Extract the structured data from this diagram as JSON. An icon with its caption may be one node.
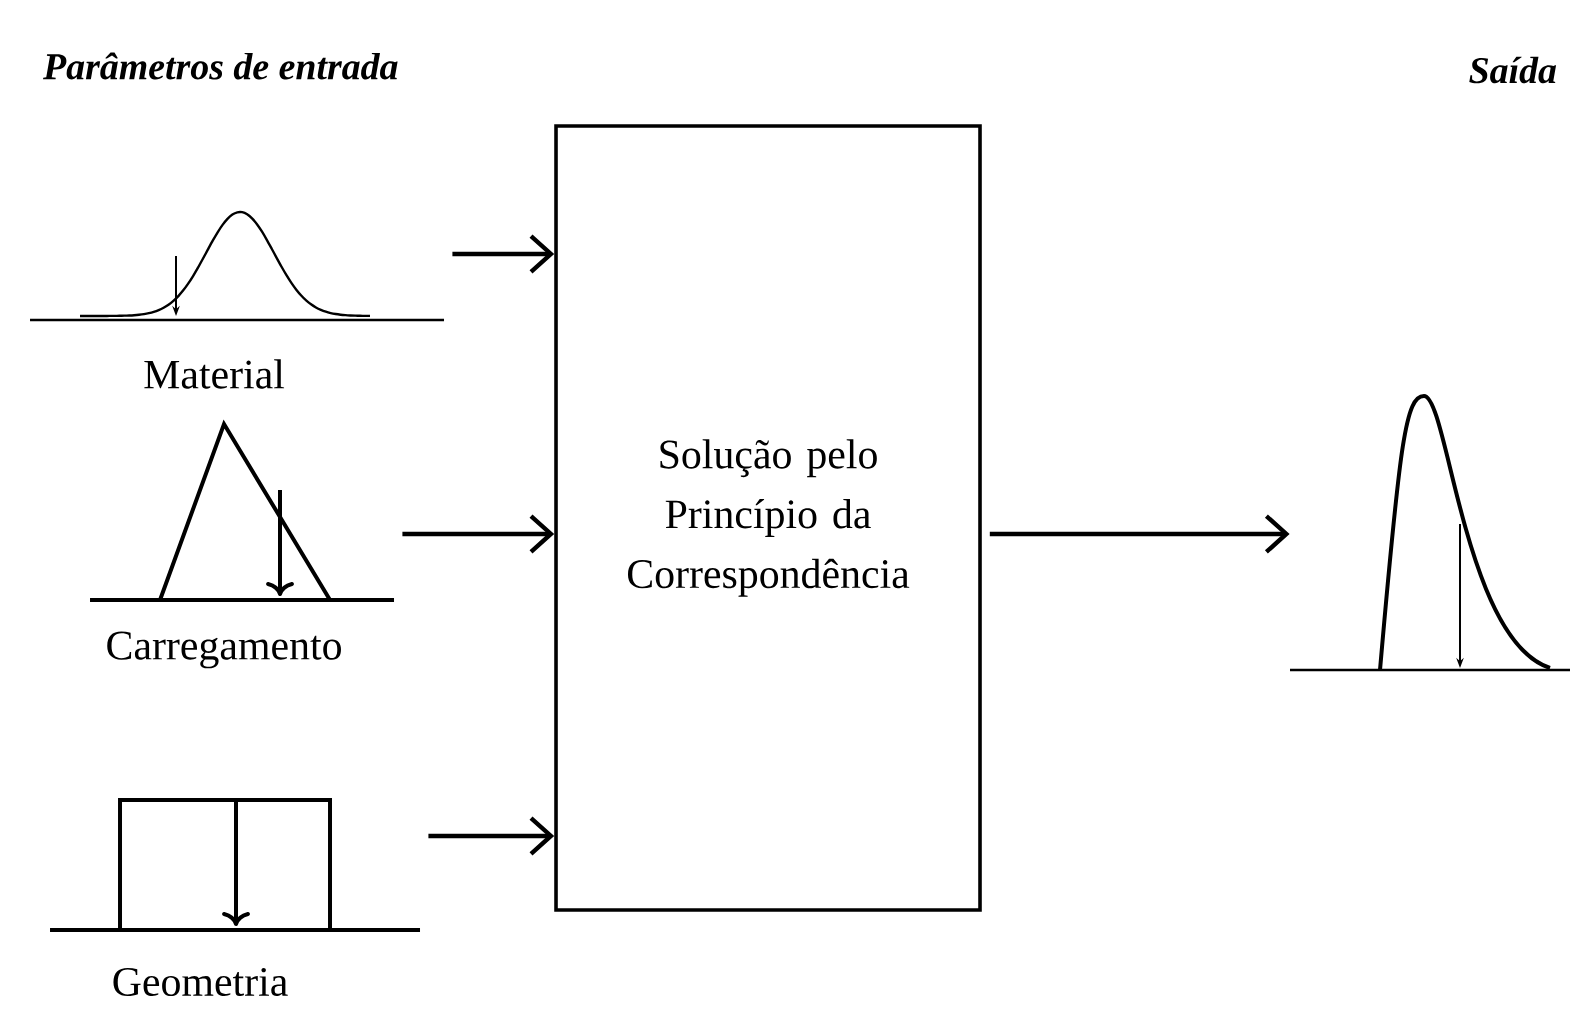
{
  "diagram": {
    "title": "Parâmetros de entrada",
    "nodes": [
      {
        "text": [
          "Material"
        ]
      },
      {
        "text": [
          "Carregamento"
        ]
      },
      {
        "text": [
          "Geometria"
        ]
      },
      {
        "text": [
          "Solução pelo Princípio da Correspondência"
        ]
      },
      {
        "text": [],
        "shape": "picture"
      }
    ],
    "edges": [
      {
        "from": 0,
        "to": 3,
        "arrow": "to"
      },
      {
        "from": 1,
        "to": 3,
        "arrow": "to"
      },
      {
        "from": 2,
        "to": 3,
        "arrow": "to"
      },
      {
        "from": 3,
        "to": 4,
        "arrow": "to"
      }
    ],
    "labels": [
      "Saída"
    ]
  }
}
